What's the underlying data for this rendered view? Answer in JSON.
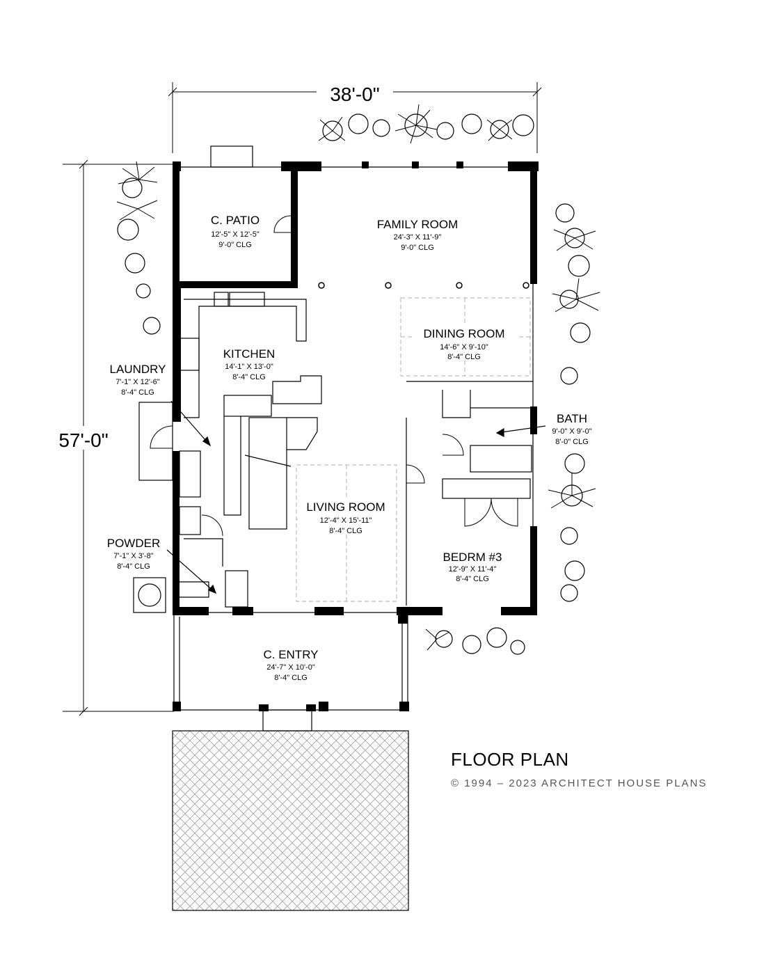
{
  "dimensions": {
    "width": "38'-0\"",
    "depth": "57'-0\""
  },
  "rooms": {
    "patio": {
      "name": "C. PATIO",
      "size": "12'-5\" X 12'-5\"",
      "ceiling": "9'-0\" CLG"
    },
    "family": {
      "name": "FAMILY ROOM",
      "size": "24'-3\" X 11'-9\"",
      "ceiling": "9'-0\" CLG"
    },
    "dining": {
      "name": "DINING ROOM",
      "size": "14'-6\" X 9'-10\"",
      "ceiling": "8'-4\" CLG"
    },
    "kitchen": {
      "name": "KITCHEN",
      "size": "14'-1\" X 13'-0\"",
      "ceiling": "8'-4\" CLG"
    },
    "laundry": {
      "name": "LAUNDRY",
      "size": "7'-1\" X 12'-6\"",
      "ceiling": "8'-4\" CLG"
    },
    "bath": {
      "name": "BATH",
      "size": "9'-0\" X 9'-0\"",
      "ceiling": "8'-0\" CLG"
    },
    "living": {
      "name": "LIVING ROOM",
      "size": "12'-4\" X 15'-11\"",
      "ceiling": "8'-4\" CLG"
    },
    "powder": {
      "name": "POWDER",
      "size": "7'-1\" X 3'-8\"",
      "ceiling": "8'-4\" CLG"
    },
    "bedroom": {
      "name": "BEDRM #3",
      "size": "12'-9\" X 11'-4\"",
      "ceiling": "8'-4\" CLG"
    },
    "entry": {
      "name": "C. ENTRY",
      "size": "24'-7\" X 10'-0\"",
      "ceiling": "8'-4\" CLG"
    }
  },
  "title": "FLOOR PLAN",
  "copyright": "© 1994 – 2023 ARCHITECT HOUSE PLANS"
}
